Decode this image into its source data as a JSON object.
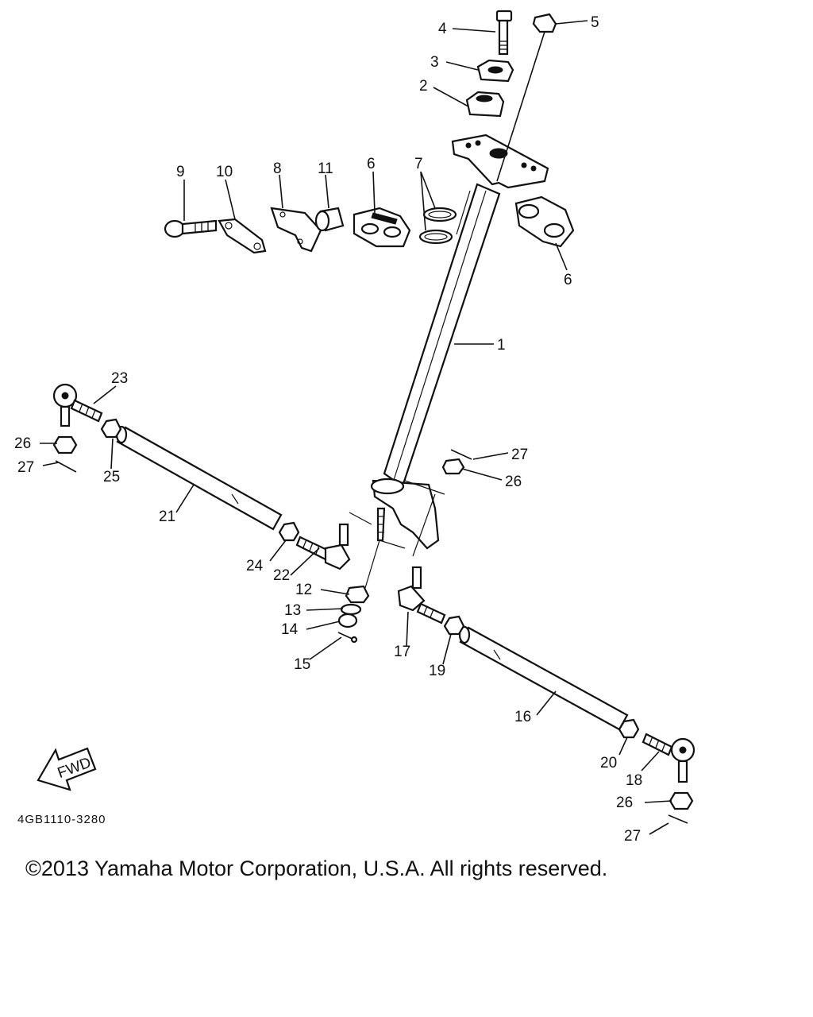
{
  "diagram": {
    "callouts": {
      "p1": "1",
      "p2": "2",
      "p3": "3",
      "p4": "4",
      "p5": "5",
      "p6a": "6",
      "p6b": "6",
      "p7": "7",
      "p8": "8",
      "p9": "9",
      "p10": "10",
      "p11": "11",
      "p12": "12",
      "p13": "13",
      "p14": "14",
      "p15": "15",
      "p16": "16",
      "p17": "17",
      "p18": "18",
      "p19": "19",
      "p20": "20",
      "p21": "21",
      "p22": "22",
      "p23": "23",
      "p24": "24",
      "p25": "25",
      "p26a": "26",
      "p26b": "26",
      "p26c": "26",
      "p27a": "27",
      "p27b": "27",
      "p27c": "27"
    },
    "fwd_badge": "FWD",
    "code": "4GB1110-3280"
  },
  "footer": {
    "copyright": "©2013 Yamaha Motor Corporation, U.S.A. All rights reserved."
  }
}
